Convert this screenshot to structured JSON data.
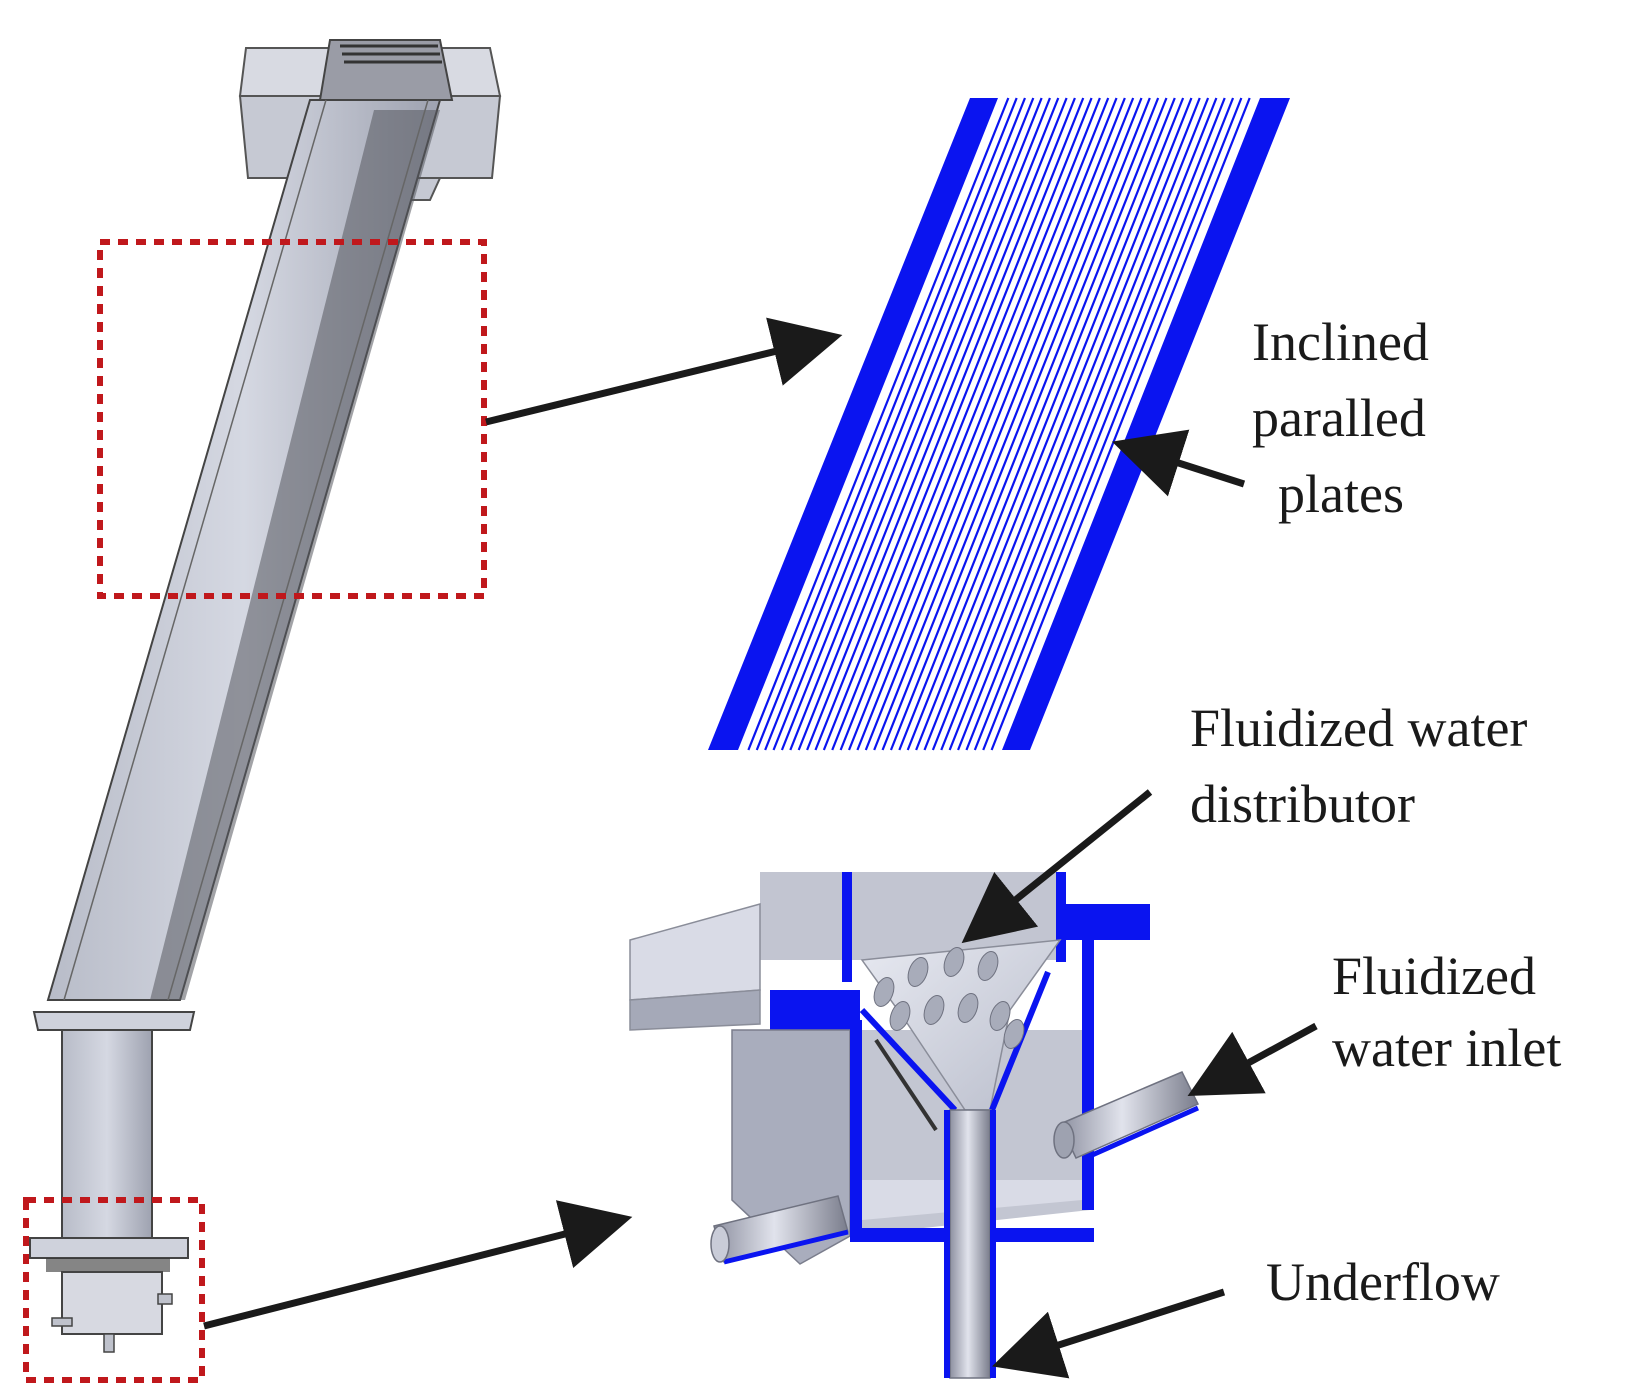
{
  "labels": {
    "plates_line1": "Inclined",
    "plates_line2": "paralled",
    "plates_line3": "plates",
    "distributor_line1": "Fluidized water",
    "distributor_line2": "distributor",
    "inlet_line1": "Fluidized",
    "inlet_line2": "water inlet",
    "underflow": "Underflow"
  },
  "colors": {
    "highlight_box": "#c0181c",
    "plate_blue": "#0a14f0",
    "arrow": "#1a1a1a",
    "steel_light": "#c9ccd8",
    "steel_mid": "#a9adbd",
    "steel_dark": "#6f7280"
  },
  "icons": {
    "arrow": "arrow-icon",
    "distributor_holes": "ellipse-hole-icon"
  },
  "plates": {
    "plate_count": 30
  },
  "distributor": {
    "hole_count": 9
  }
}
